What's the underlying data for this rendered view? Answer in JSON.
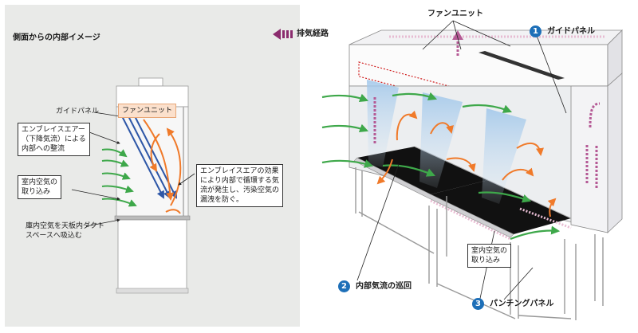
{
  "left_panel": {
    "title": "側面からの内部イメージ",
    "labels": {
      "guide_panel": "ガイドパネル",
      "fan_unit": "ファンユニット",
      "envelope_air": [
        "エンブレイスエアー",
        "（下降気流）による",
        "内部への整流"
      ],
      "room_air": [
        "室内空気の",
        "取り込み"
      ],
      "circulation_effect": [
        "エンブレイスエアの効果",
        "により内部で循環する気",
        "流が発生し、汚染空気の",
        "漏洩を防ぐ。"
      ],
      "duct_intake": [
        "庫内空気を天板内ダクト",
        "スペースへ吸込む"
      ]
    }
  },
  "right_panel": {
    "legend_exhaust": "排気経路",
    "fan_unit": "ファンユニット",
    "callouts": [
      {
        "number": "1",
        "label": "ガイドパネル"
      },
      {
        "number": "2",
        "label": "内部気流の巡回"
      },
      {
        "number": "3",
        "label": "パンチングパネル"
      }
    ],
    "room_air": [
      "室内空気の",
      "取り込み"
    ]
  },
  "colors": {
    "panel_bg": "#e9eae8",
    "orange": "#f07a2a",
    "green": "#3ea84a",
    "blue": "#2e57a7",
    "exhaust": "#8b2c6e",
    "callout": "#1d6fb8"
  }
}
